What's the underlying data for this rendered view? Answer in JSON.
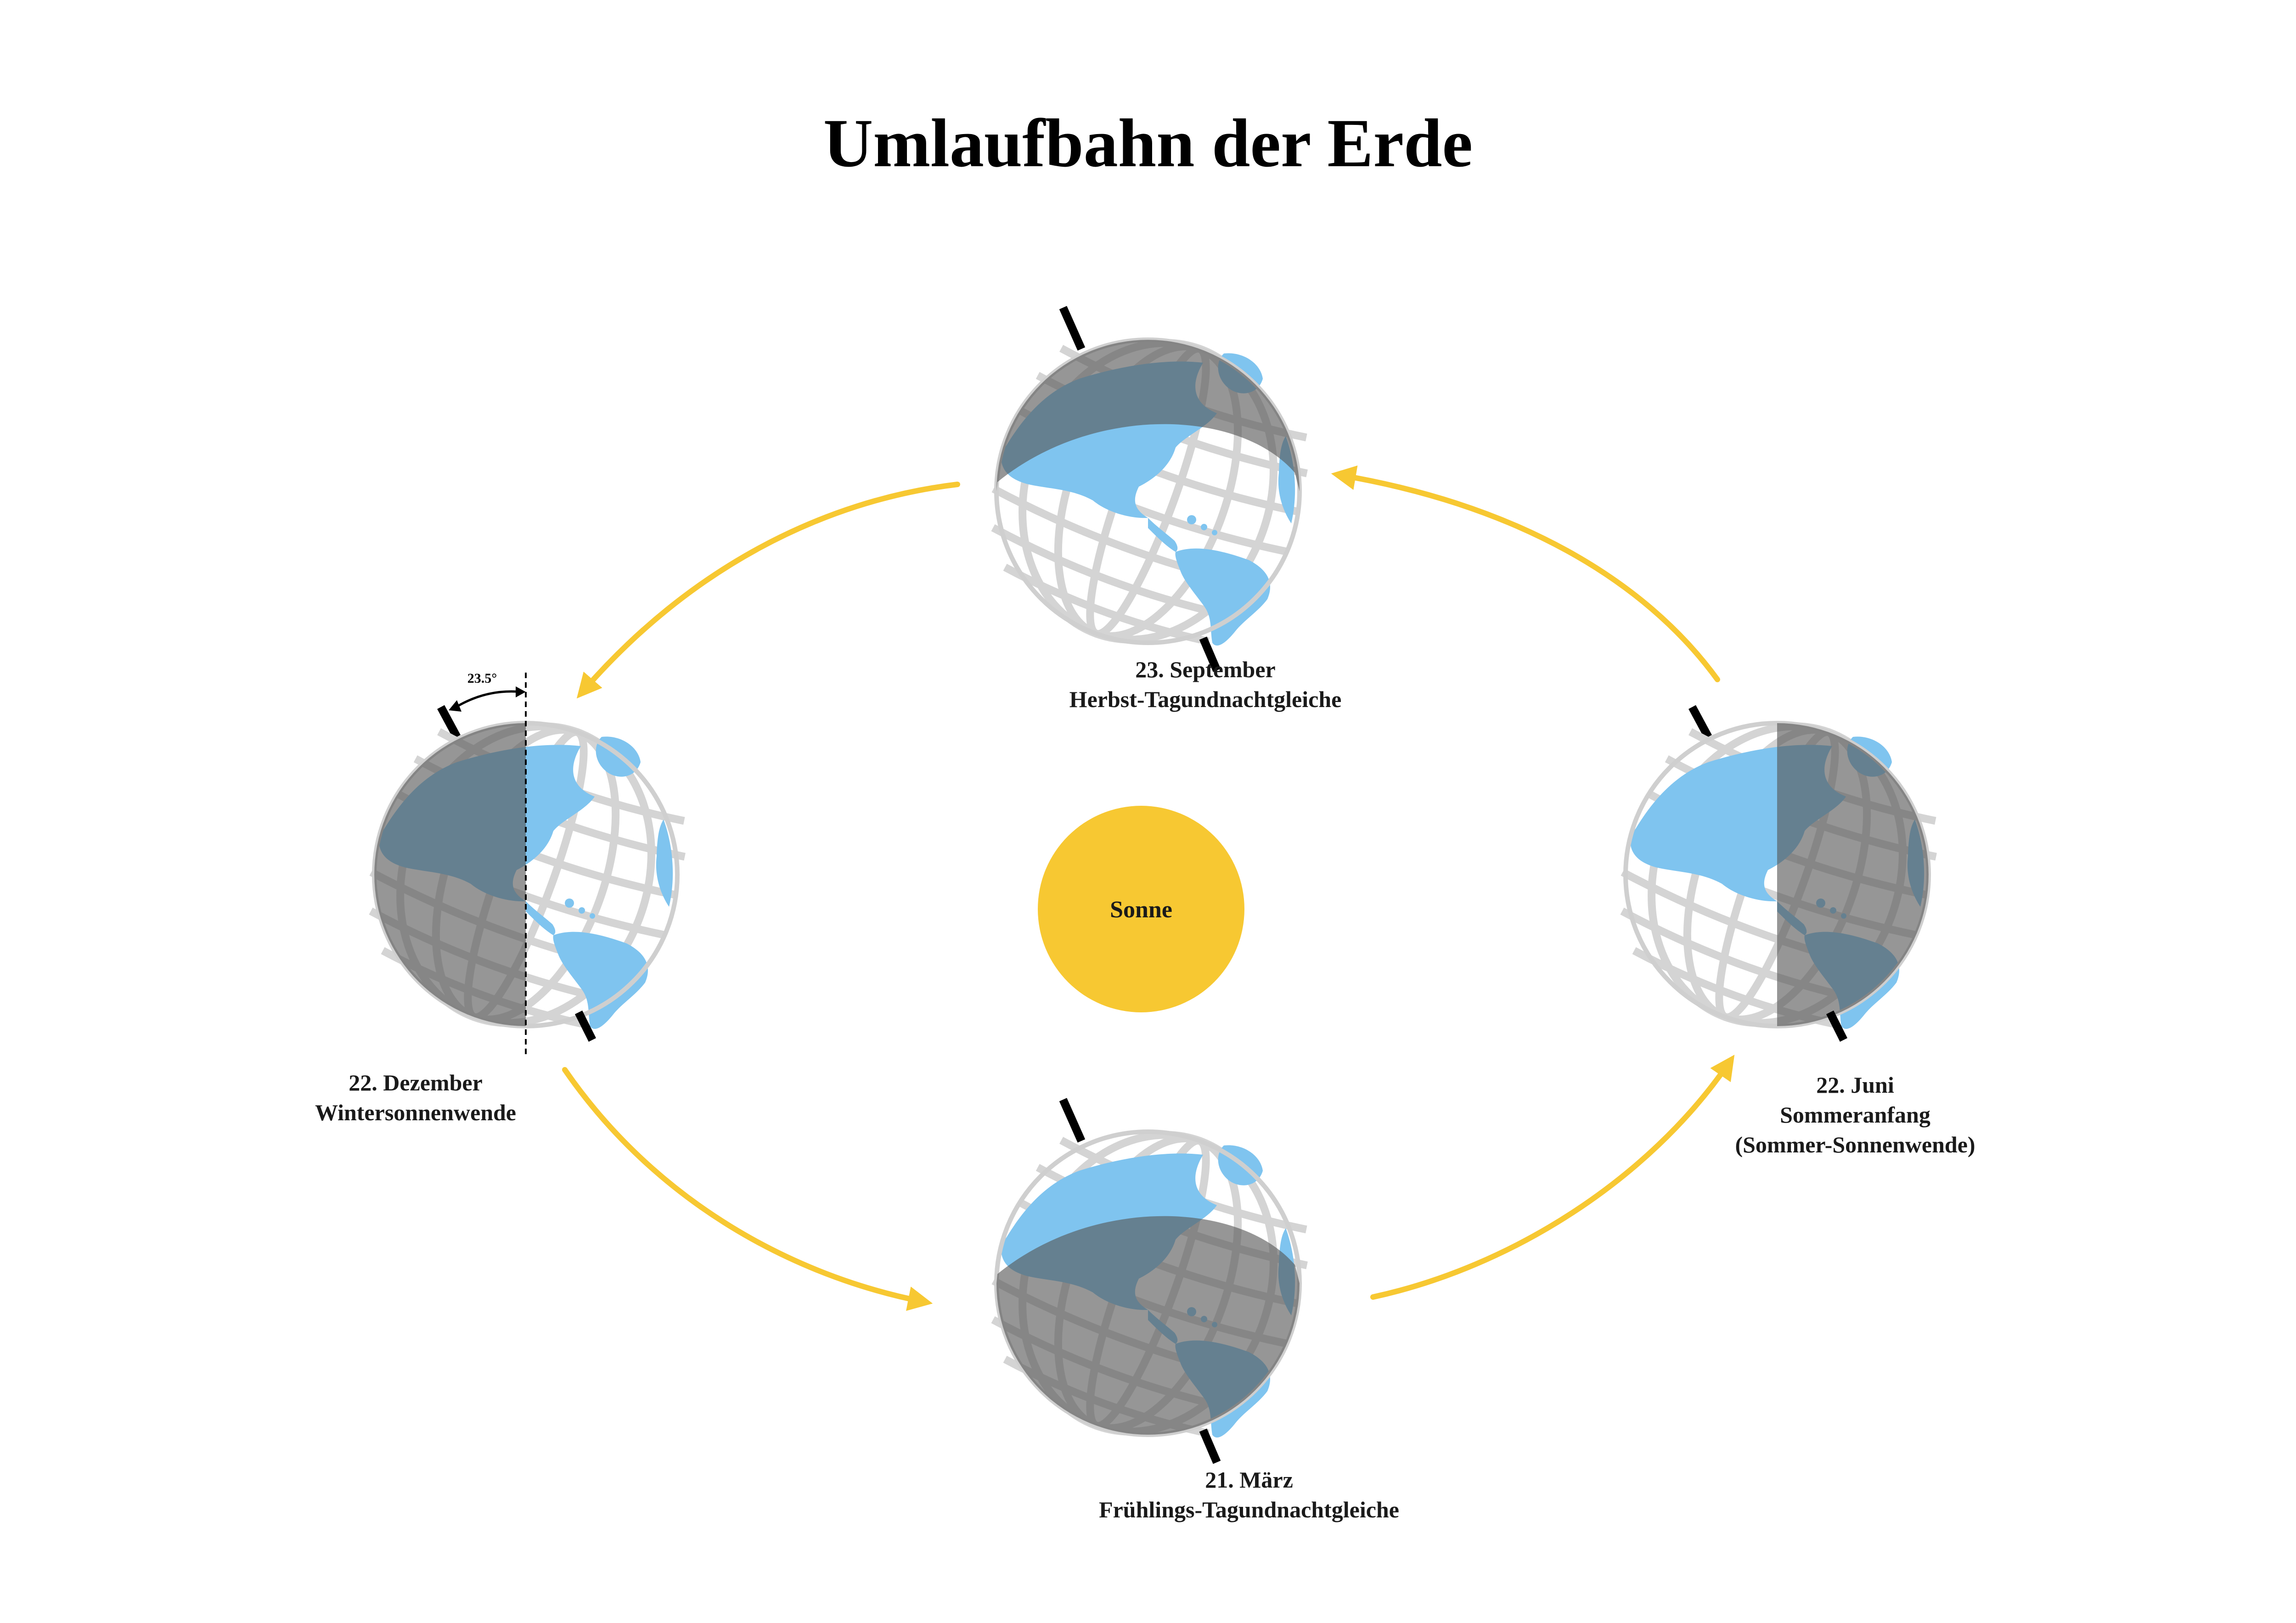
{
  "title": "Umlaufbahn der Erde",
  "sun": {
    "label": "Sonne",
    "color": "#f7c832"
  },
  "tilt_angle_label": "23.5°",
  "colors": {
    "orbit_arrow": "#f7c832",
    "ocean_grid": "#d4d4d4",
    "land": "#7fc4ef",
    "night_shade": "#555555",
    "axis": "#000000"
  },
  "positions": [
    {
      "id": "september",
      "date": "23. September",
      "event": "Herbst-Tagundnachtgleiche",
      "note": "",
      "sunlit_side": "near"
    },
    {
      "id": "december",
      "date": "22. Dezember",
      "event": "Wintersonnenwende",
      "note": "",
      "sunlit_side": "right"
    },
    {
      "id": "june",
      "date": "22. Juni",
      "event": "Sommeranfang",
      "note": "(Sommer-Sonnenwende)",
      "sunlit_side": "left"
    },
    {
      "id": "march",
      "date": "21. März",
      "event": "Frühlings-Tagundnachtgleiche",
      "note": "",
      "sunlit_side": "far"
    }
  ]
}
